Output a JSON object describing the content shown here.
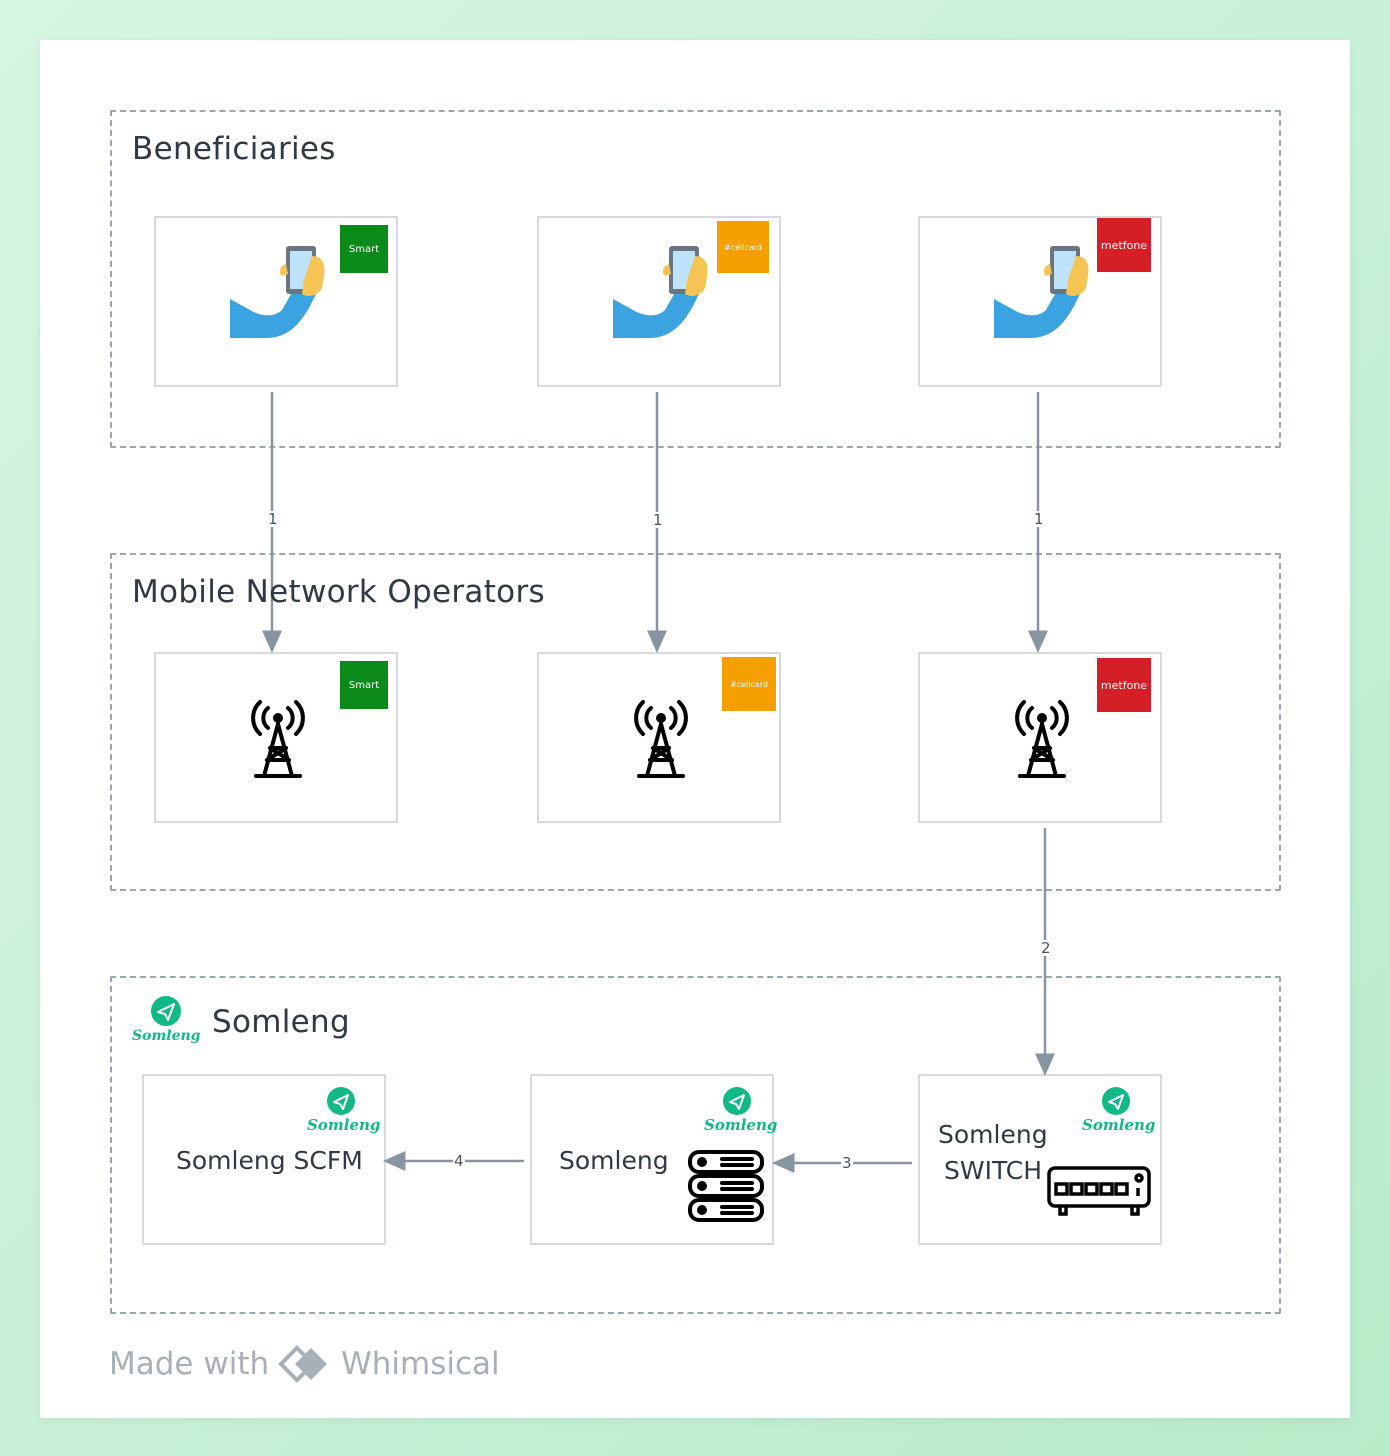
{
  "groups": {
    "beneficiaries": "Beneficiaries",
    "mno": "Mobile Network Operators",
    "somleng": "Somleng"
  },
  "operators": {
    "smart": "Smart",
    "cellcard": "#cellcard",
    "metfone": "metfone"
  },
  "colors": {
    "smart": "#0c8a19",
    "cellcard": "#f6a000",
    "metfone": "#d51f26",
    "somleng": "#12b886",
    "edge": "#8795a3"
  },
  "somleng_brand": "Somleng",
  "nodes": {
    "scfm": "Somleng SCFM",
    "core": "Somleng",
    "switch_line1": "Somleng",
    "switch_line2": "SWITCH"
  },
  "edges": {
    "e1": "1",
    "e2": "2",
    "e3": "3",
    "e4": "4"
  },
  "footer": {
    "made_with": "Made with",
    "brand": "Whimsical"
  },
  "icons": {
    "beneficiary": "hand-holding-phone-icon",
    "tower": "cell-tower-icon",
    "server": "server-rack-icon",
    "switch": "network-switch-icon",
    "somleng": "paper-plane-icon"
  }
}
